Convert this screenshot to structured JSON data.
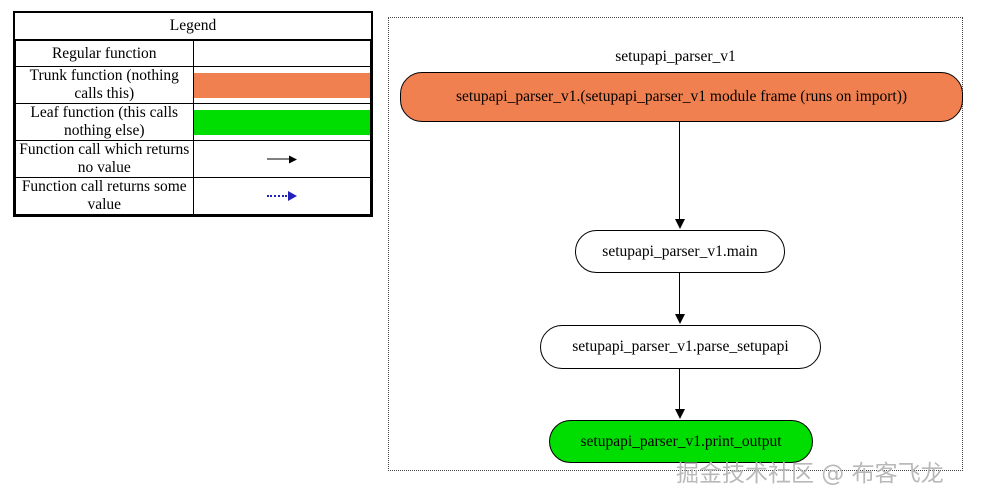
{
  "legend": {
    "title": "Legend",
    "rows": [
      {
        "label": "Regular function",
        "marker": "none",
        "color": "#ffffff"
      },
      {
        "label": "Trunk function (nothing calls this)",
        "marker": "swatch",
        "color": "#f08050"
      },
      {
        "label": "Leaf function (this calls nothing else)",
        "marker": "swatch",
        "color": "#00dd00"
      },
      {
        "label": "Function call which returns no value",
        "marker": "arrow-solid",
        "color": "#000000"
      },
      {
        "label": "Function call returns some value",
        "marker": "arrow-dashed",
        "color": "#2222bb"
      }
    ]
  },
  "graph": {
    "cluster_title": "setupapi_parser_v1",
    "nodes": [
      {
        "id": "module",
        "label": "setupapi_parser_v1.(setupapi_parser_v1 module frame (runs on import))",
        "kind": "trunk",
        "color": "#f08050"
      },
      {
        "id": "main",
        "label": "setupapi_parser_v1.main",
        "kind": "regular",
        "color": "#ffffff"
      },
      {
        "id": "parse",
        "label": "setupapi_parser_v1.parse_setupapi",
        "kind": "regular",
        "color": "#ffffff"
      },
      {
        "id": "print",
        "label": "setupapi_parser_v1.print_output",
        "kind": "leaf",
        "color": "#00dd00"
      }
    ],
    "edges": [
      {
        "from": "module",
        "to": "main",
        "style": "solid",
        "color": "#000000"
      },
      {
        "from": "main",
        "to": "parse",
        "style": "solid",
        "color": "#000000"
      },
      {
        "from": "parse",
        "to": "print",
        "style": "solid",
        "color": "#000000"
      }
    ]
  },
  "watermark": {
    "text": "掘金技术社区 @ 布客飞龙"
  }
}
